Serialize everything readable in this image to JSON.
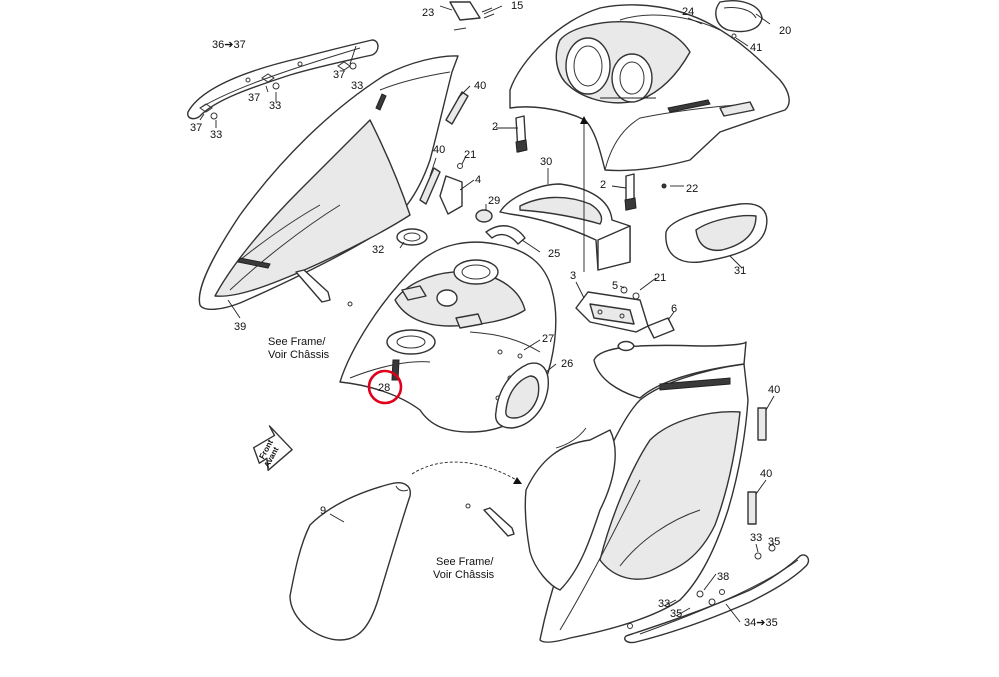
{
  "labels": {
    "l23": "23",
    "l15": "15",
    "l24": "24",
    "l20": "20",
    "l41": "41",
    "l36_37": "36➔37",
    "l37a": "37",
    "l33a": "33",
    "l37b": "37",
    "l33b": "33",
    "l37c": "37",
    "l33c": "33",
    "l40a": "40",
    "l40b": "40",
    "l21a": "21",
    "l4": "4",
    "l2a": "2",
    "l2b": "2",
    "l22": "22",
    "l30": "30",
    "l29": "29",
    "l32": "32",
    "l25": "25",
    "l31": "31",
    "l3": "3",
    "l5": "5",
    "l21b": "21",
    "l6": "6",
    "l39": "39",
    "l27": "27",
    "l26": "26",
    "l28": "28",
    "l40c": "40",
    "l40d": "40",
    "l9": "9",
    "l38": "38",
    "l33d": "33",
    "l35a": "35",
    "l33e": "33",
    "l35b": "35",
    "l34_35": "34➔35"
  },
  "notes": {
    "frame1_line1": "See Frame/",
    "frame1_line2": "Voir Châssis",
    "frame2_line1": "See Frame/",
    "frame2_line2": "Voir Châssis",
    "front_line1": "Front",
    "front_line2": "Avant"
  },
  "highlight": {
    "part": "28",
    "color": "#e0001b"
  }
}
